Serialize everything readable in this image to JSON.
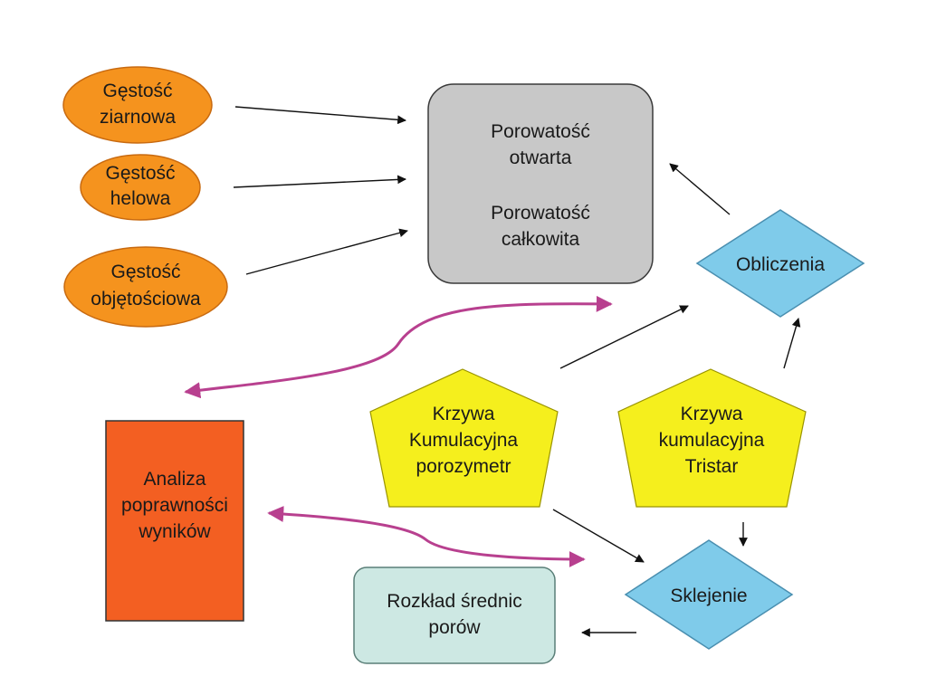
{
  "colors": {
    "ellipse_fill": "#f5931e",
    "ellipse_stroke": "#c86a10",
    "gray_box_fill": "#c8c8c8",
    "gray_box_stroke": "#3a3a3a",
    "diamond_fill": "#7fcbea",
    "diamond_stroke": "#4a8fb0",
    "pentagon_fill": "#f5ef1d",
    "pentagon_stroke": "#9a9400",
    "orange_box_fill": "#f35f22",
    "orange_box_stroke": "#333333",
    "teal_box_fill": "#cde8e3",
    "teal_box_stroke": "#5a7f78",
    "arrow_black": "#111111",
    "arrow_purple": "#b8408f"
  },
  "nodes": {
    "gestosc_ziarnowa": {
      "line1": "Gęstość",
      "line2": "ziarnowa"
    },
    "gestosc_helowa": {
      "line1": "Gęstość",
      "line2": "helowa"
    },
    "gestosc_objetosciowa": {
      "line1": "Gęstość",
      "line2": "objętościowa"
    },
    "porowatosc": {
      "line1": "Porowatość",
      "line2": "otwarta",
      "line3": "Porowatość",
      "line4": "całkowita"
    },
    "obliczenia": {
      "label": "Obliczenia"
    },
    "krzywa_porozymetr": {
      "line1": "Krzywa",
      "line2": "Kumulacyjna",
      "line3": "porozymetr"
    },
    "krzywa_tristar": {
      "line1": "Krzywa",
      "line2": "kumulacyjna",
      "line3": "Tristar"
    },
    "analiza": {
      "line1": "Analiza",
      "line2": "poprawności",
      "line3": "wyników"
    },
    "sklejenie": {
      "label": "Sklejenie"
    },
    "rozklad": {
      "line1": "Rozkład średnic",
      "line2": "porów"
    }
  }
}
